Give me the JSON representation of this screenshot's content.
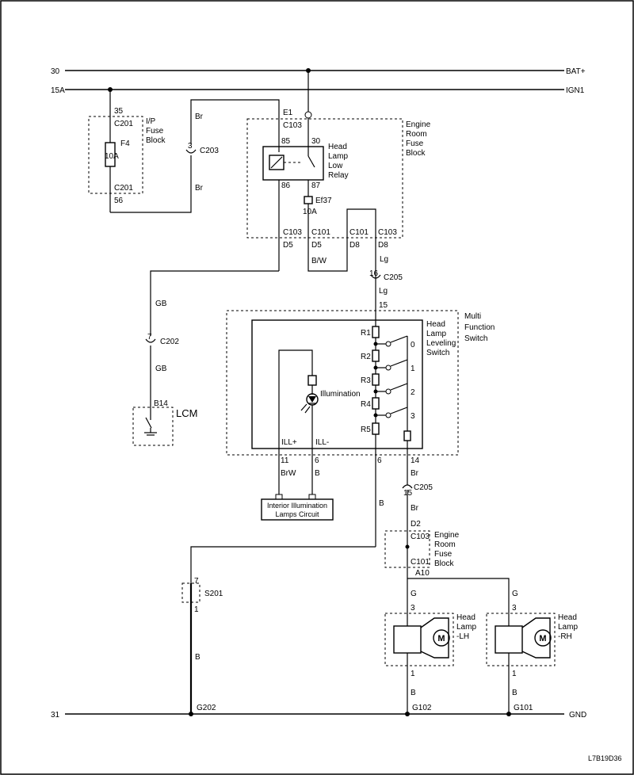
{
  "rails": {
    "bat_left": "30",
    "bat_right": "BAT+",
    "ign_left": "15A",
    "ign_right": "IGN1",
    "gnd_left": "31",
    "gnd_right": "GND"
  },
  "ip_fuse_block": {
    "title_1": "I/P",
    "title_2": "Fuse",
    "title_3": "Block",
    "pin_top": "35",
    "conn_top": "C201",
    "fuse_name": "F4",
    "fuse_rating": "10A",
    "conn_bottom": "C201",
    "pin_bottom": "56"
  },
  "c203": {
    "pin": "3",
    "name": "C203",
    "wire_top": "Br",
    "wire_bottom": "Br"
  },
  "engine_fuse_block": {
    "title_1": "Engine",
    "title_2": "Room",
    "title_3": "Fuse",
    "title_4": "Block",
    "e1": "E1",
    "c103_top": "C103",
    "relay_pin_85": "85",
    "relay_pin_30": "30",
    "relay_pin_86": "86",
    "relay_pin_87": "87",
    "relay_title_1": "Head",
    "relay_title_2": "Lamp",
    "relay_title_3": "Low",
    "relay_title_4": "Relay",
    "fuse_name": "Ef37",
    "fuse_rating": "10A",
    "c103_left": "C103",
    "c101_a": "C101",
    "c101_b": "C101",
    "c103_right": "C103",
    "pin_d5_a": "D5",
    "pin_d5_b": "D5",
    "pin_d8_a": "D8",
    "pin_d8_b": "D8",
    "wire_brw": "B/W",
    "wire_lg": "Lg"
  },
  "c205_top": {
    "pin": "16",
    "name": "C205",
    "wire": "Lg",
    "pin_15": "15"
  },
  "c202": {
    "wire_top": "GB",
    "pin": "7",
    "name": "C202",
    "wire_bottom": "GB"
  },
  "lcm": {
    "pin": "B14",
    "name": "LCM"
  },
  "multi_function_switch": {
    "title_1": "Multi",
    "title_2": "Function",
    "title_3": "Switch",
    "sw_title_1": "Head",
    "sw_title_2": "Lamp",
    "sw_title_3": "Leveling",
    "sw_title_4": "Switch",
    "resistors": [
      "R1",
      "R2",
      "R3",
      "R4",
      "R5"
    ],
    "positions": [
      "0",
      "1",
      "2",
      "3"
    ],
    "illumination": "Illumination",
    "ill_plus": "ILL+",
    "ill_minus": "ILL-",
    "pin_11": "11",
    "pin_6a": "6",
    "pin_6b": "6",
    "pin_14": "14",
    "wire_brw": "BrW",
    "wire_b1": "B"
  },
  "interior_box": {
    "line_1": "Interior Illumination",
    "line_2": "Lamps Circuit"
  },
  "c205_bottom": {
    "pin": "15",
    "name": "C205",
    "wire": "Br",
    "wire_b": "B"
  },
  "engine_fuse_block_2": {
    "title_1": "Engine",
    "title_2": "Room",
    "title_3": "Fuse",
    "title_4": "Block",
    "pin_d2": "D2",
    "c103": "C103",
    "c101": "C101",
    "pin_a10": "A10"
  },
  "s201": {
    "pin_top": "7",
    "name": "S201",
    "pin_bottom": "1",
    "wire": "B"
  },
  "lamp_lh": {
    "title_1": "Head",
    "title_2": "Lamp",
    "title_3": "-LH",
    "wire_top": "G",
    "pin_top": "3",
    "pin_bottom": "1",
    "wire_bottom": "B",
    "ground": "G102",
    "motor": "M"
  },
  "lamp_rh": {
    "title_1": "Head",
    "title_2": "Lamp",
    "title_3": "-RH",
    "wire_top": "G",
    "pin_top": "3",
    "pin_bottom": "1",
    "wire_bottom": "B",
    "ground": "G101",
    "motor": "M"
  },
  "ground_g202": "G202",
  "drawing_code": "L7B19D36"
}
